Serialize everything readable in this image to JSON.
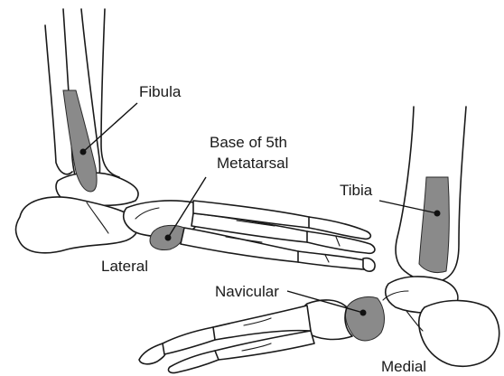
{
  "labels": {
    "fibula": "Fibula",
    "base_5th_line1": "Base of 5th",
    "base_5th_line2": "Metatarsal",
    "lateral": "Lateral",
    "tibia": "Tibia",
    "navicular": "Navicular",
    "medial": "Medial"
  },
  "colors": {
    "bone_outline": "#1a1a1a",
    "highlight": "#8a8a8a",
    "background": "#ffffff"
  }
}
